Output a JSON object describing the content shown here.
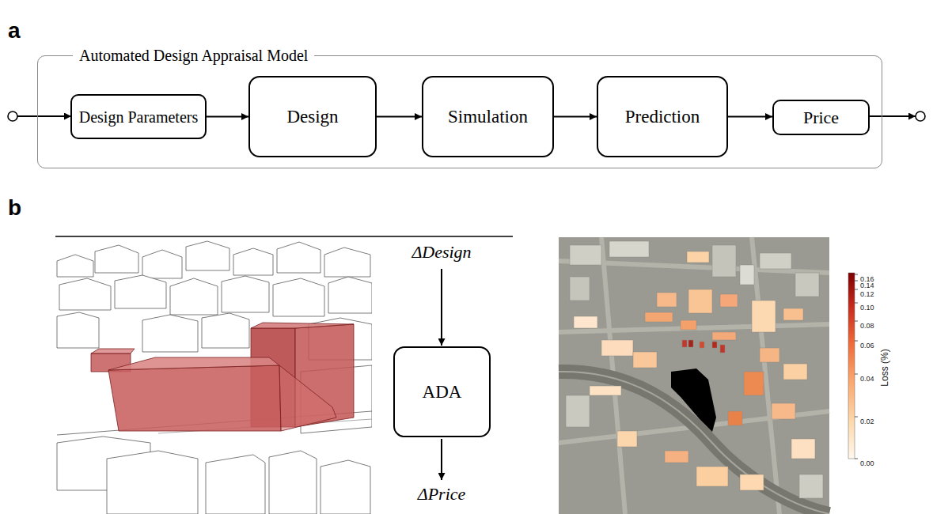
{
  "diagram": {
    "nodes": [
      {
        "text": [
          "Automated Design Appraisal Model"
        ]
      },
      {
        "text": [
          "Design Parameters"
        ],
        "in": 0
      },
      {
        "text": [
          "Design"
        ],
        "in": 0
      },
      {
        "text": [
          "Simulation"
        ],
        "in": 0
      },
      {
        "text": [
          "Prediction"
        ],
        "in": 0
      },
      {
        "text": [
          "Price"
        ],
        "in": 0
      },
      {
        "text": [
          "ADA"
        ]
      }
    ],
    "edges": [
      {
        "from": 1,
        "to": 2,
        "arrow": "to"
      },
      {
        "from": 2,
        "to": 3,
        "arrow": "to"
      },
      {
        "from": 3,
        "to": 4,
        "arrow": "to"
      },
      {
        "from": 4,
        "to": 5,
        "arrow": "to"
      }
    ],
    "labels": [
      "a",
      "b",
      "ΔDesign",
      "ΔPrice",
      "0.16",
      "0.14",
      "0.12",
      "0.10",
      "0.08",
      "0.06",
      "0.04",
      "0.02",
      "0.00",
      "Loss (%)"
    ]
  }
}
